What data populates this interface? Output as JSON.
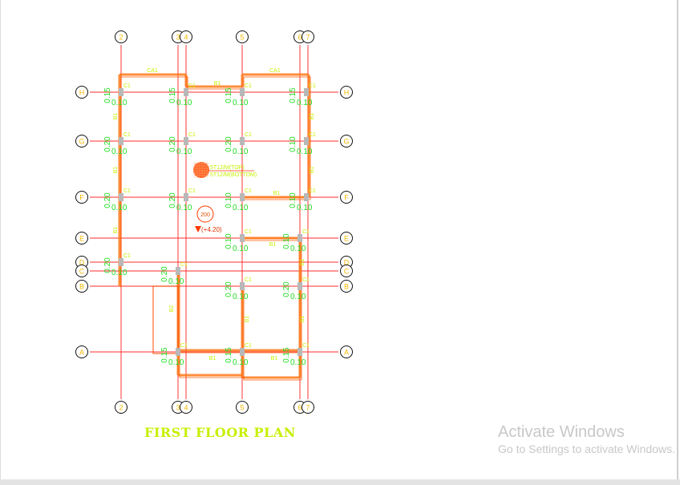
{
  "drawing": {
    "title": "FIRST FLOOR PLAN",
    "grid_columns": [
      "2",
      "3",
      "4",
      "5",
      "6",
      "7"
    ],
    "grid_rows": [
      "H",
      "G",
      "F",
      "E",
      "D",
      "C",
      "B",
      "A"
    ],
    "beam_labels": {
      "ca1": "CA1",
      "b1": "B1",
      "b2": "B2"
    },
    "column_label": "C1",
    "dims": {
      "d15": "0.15",
      "d20": "0.20",
      "d10": "0.10"
    },
    "slab_rebar_top": "5T12/M(TOP)",
    "slab_rebar_bottom": "5T12/M(BOTTOM)",
    "slab_thickness": "200",
    "level": "(+4.20)"
  },
  "watermark": {
    "line1": "Activate Windows",
    "line2": "Go to Settings to activate Windows."
  },
  "colors": {
    "grid": "#ff3b3b",
    "beam": "#ff7a1a",
    "dim": "#22dd22",
    "label": "#c6f000",
    "bubble_text": "#f5b800",
    "column": "#b8b8b8"
  }
}
